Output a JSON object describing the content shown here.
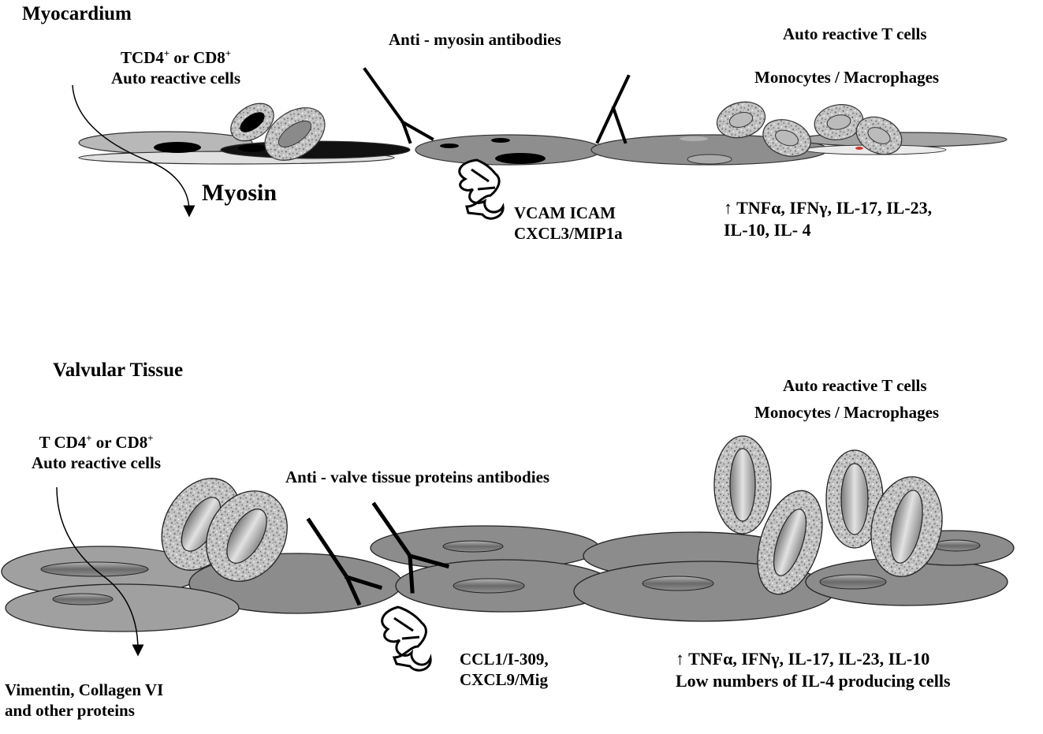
{
  "top": {
    "title": "Myocardium",
    "cells_label": {
      "line1_pre": "TCD4",
      "line1_mid": " or CD8",
      "sup1": "+",
      "sup2": "+",
      "line2": "Auto reactive cells"
    },
    "antibodies_label": "Anti - myosin  antibodies",
    "autoreactive_label": "Auto reactive T cells",
    "monocytes_label": "Monocytes / Macrophages",
    "antigen_label": "Myosin",
    "adhesion_label": {
      "line1": "VCAM ICAM",
      "line2": "CXCL3/MIP1a"
    },
    "cytokines": {
      "line1": "↑ TNFα,  IFNγ,  IL-17, IL-23,",
      "line2": "IL-10,  IL- 4"
    }
  },
  "bottom": {
    "title": "Valvular Tissue",
    "cells_label": {
      "line1_pre": "T CD4",
      "line1_mid": " or CD8",
      "sup1": "+",
      "sup2": "+",
      "line2": "Auto reactive cells"
    },
    "antibodies_label": "Anti - valve tissue proteins antibodies",
    "autoreactive_label": "Auto reactive T cells",
    "monocytes_label": "Monocytes / Macrophages",
    "chemokine_label": {
      "line1": "CCL1/I-309,",
      "line2": "CXCL9/Mig"
    },
    "cytokines": {
      "line1": "↑ TNFα,  IFNγ,  IL-17,  IL-23, IL-10",
      "line2": "Low numbers of  IL-4 producing cells"
    },
    "antigen_label": {
      "line1": "Vimentin,  Collagen VI",
      "line2": "and other proteins"
    }
  },
  "colors": {
    "tissue_light": "#c8c8c8",
    "tissue_mid": "#9a9a9a",
    "tissue_dark": "#707070",
    "nucleus": "#000000",
    "cell_speckle": "#bdbdbd"
  }
}
